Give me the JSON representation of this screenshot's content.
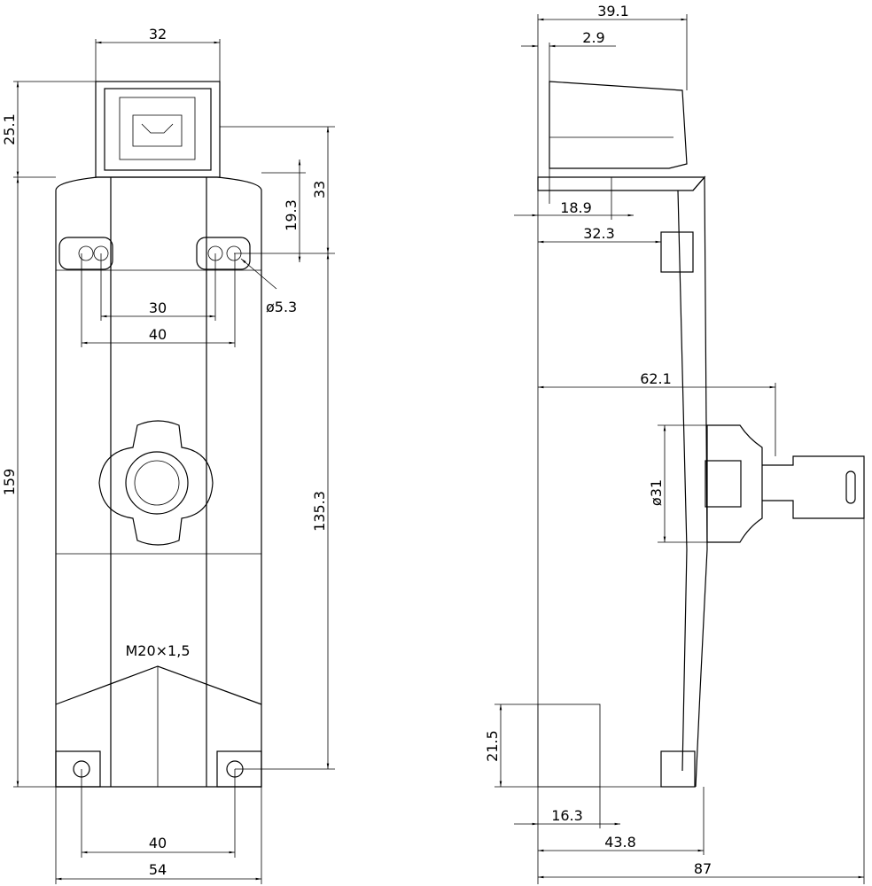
{
  "front_view": {
    "dims": {
      "head_width": "32",
      "head_height": "25.1",
      "hole_offset_33": "33",
      "hole_offset_19": "19.3",
      "hole_diameter": "ø5.3",
      "slot_inner": "30",
      "slot_outer": "40",
      "total_height": "159",
      "body_height": "135.3",
      "thread": "M20×1,5",
      "bottom_holes": "40",
      "total_width": "54"
    }
  },
  "side_view": {
    "dims": {
      "head_depth": "39.1",
      "head_offset": "2.9",
      "depth_18": "18.9",
      "depth_32": "32.3",
      "key_depth": "62.1",
      "key_diameter": "ø31",
      "cable_height": "21.5",
      "cable_16": "16.3",
      "cable_43": "43.8",
      "total_depth": "87"
    }
  }
}
